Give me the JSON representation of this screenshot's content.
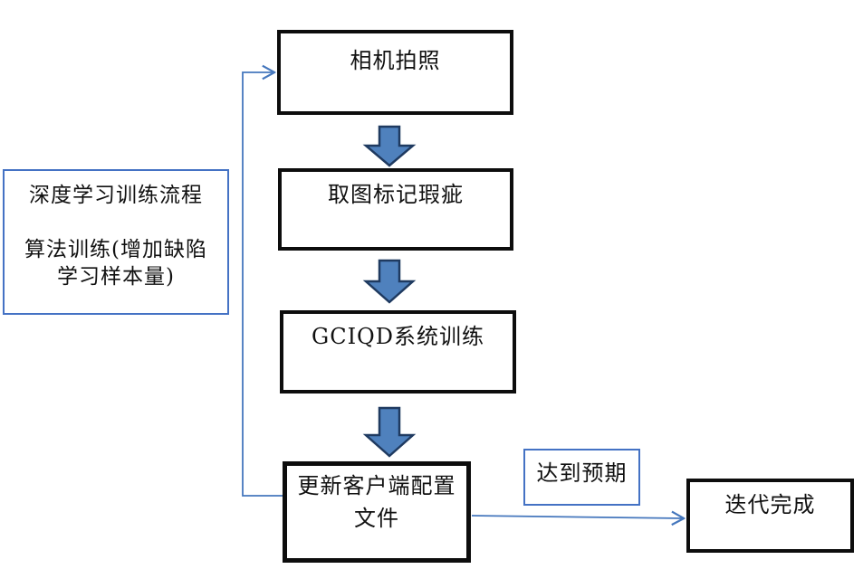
{
  "diagram": {
    "side_label": {
      "line1": "深度学习训练流程",
      "line2": "",
      "line3": "算法训练(增加缺陷",
      "line4": "学习样本量)"
    },
    "nodes": {
      "camera": "相机拍照",
      "mark": "取图标记瑕疵",
      "train": "GCIQD系统训练",
      "update_line1": "更新客户端配置",
      "update_line2": "文件",
      "done": "迭代完成"
    },
    "edge_label": "达到预期",
    "colors": {
      "box_border": "#0d0d0d",
      "accent_blue": "#4577bd",
      "block_arrow_fill": "#4f81bd",
      "block_arrow_stroke": "#1f3a60",
      "background": "#ffffff"
    }
  }
}
